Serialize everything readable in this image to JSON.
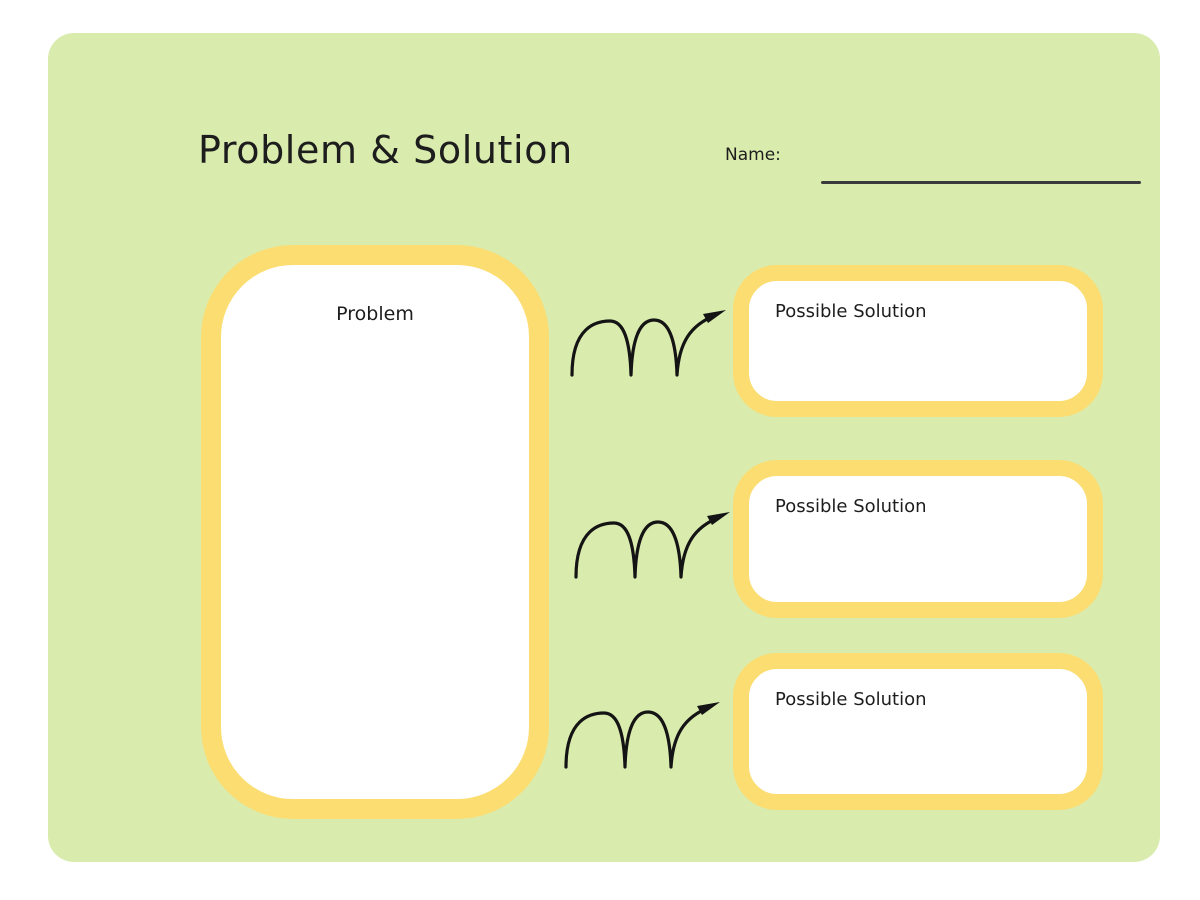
{
  "page": {
    "background_color": "#ffffff",
    "card_color": "#d9ecae",
    "accent_color": "#fbdd72",
    "ink_color": "#1d1d1d",
    "line_color": "#3a3a3a"
  },
  "header": {
    "title": "Problem & Solution",
    "name_label": "Name:",
    "name_value": ""
  },
  "problem": {
    "label": "Problem",
    "value": ""
  },
  "solutions": [
    {
      "label": "Possible Solution",
      "value": ""
    },
    {
      "label": "Possible Solution",
      "value": ""
    },
    {
      "label": "Possible Solution",
      "value": ""
    }
  ],
  "arrows": [
    {
      "name": "bouncy-arrow-icon"
    },
    {
      "name": "bouncy-arrow-icon"
    },
    {
      "name": "bouncy-arrow-icon"
    }
  ]
}
